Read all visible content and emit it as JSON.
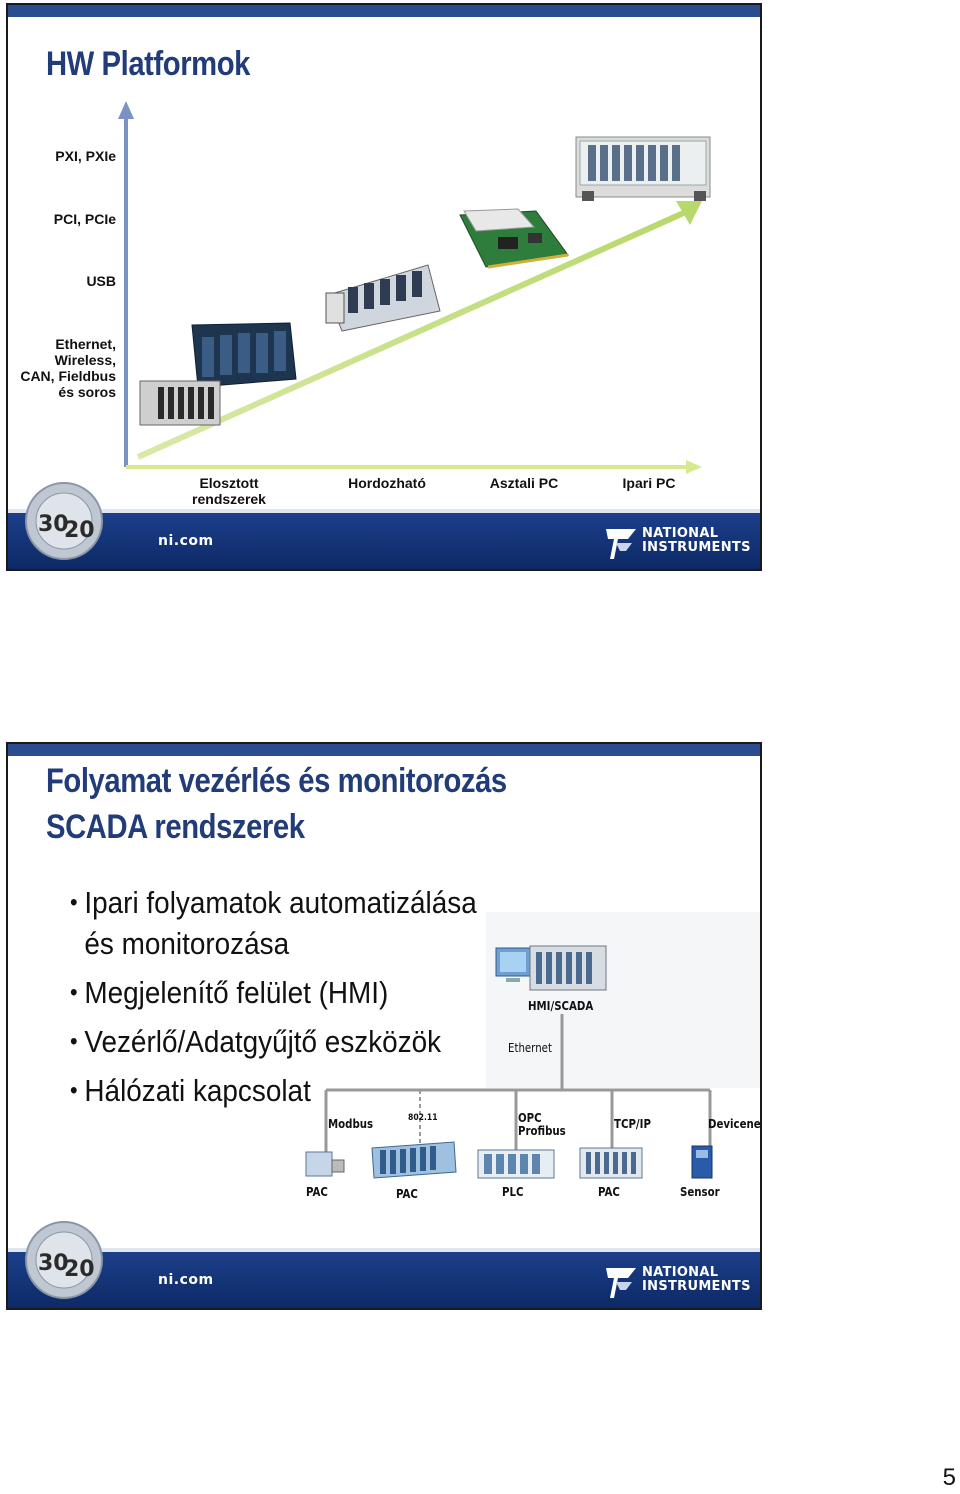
{
  "slide1": {
    "title": "HW Platformok",
    "y_axis_labels": [
      {
        "id": "pxi",
        "text": "PXI, PXIe"
      },
      {
        "id": "pci",
        "text": "PCI, PCIe"
      },
      {
        "id": "usb",
        "text": "USB"
      },
      {
        "id": "eth",
        "text": "Ethernet,\nWireless,\nCAN, Fieldbus\nés soros"
      }
    ],
    "x_axis_labels": [
      {
        "id": "elosztott",
        "text": "Elosztott\nrendszerek"
      },
      {
        "id": "hordozhato",
        "text": "Hordozható"
      },
      {
        "id": "asztali",
        "text": "Asztali PC"
      },
      {
        "id": "ipari",
        "text": "Ipari PC"
      }
    ]
  },
  "slide2": {
    "title_line1": "Folyamat vezérlés és monitorozás",
    "title_line2": "SCADA rendszerek",
    "bullets": [
      "Ipari folyamatok automatizálása\nés monitorozása",
      "Megjelenítő felület (HMI)",
      "Vezérlő/Adatgyűjtő eszközök",
      "Hálózati kapcsolat"
    ],
    "diagram": {
      "hmi_label": "HMI/SCADA",
      "ethernet_label": "Ethernet",
      "protocols": [
        "Modbus",
        "802.11",
        "OPC\nProfibus",
        "TCP/IP",
        "Devicenet"
      ],
      "devices": [
        "PAC",
        "PAC",
        "PLC",
        "PAC",
        "Sensor"
      ]
    }
  },
  "footer": {
    "site": "ni.com",
    "brand_line1": "NATIONAL",
    "brand_line2": "INSTRUMENTS",
    "badge_big": "30",
    "badge_big2": "20"
  },
  "page_number": "5"
}
